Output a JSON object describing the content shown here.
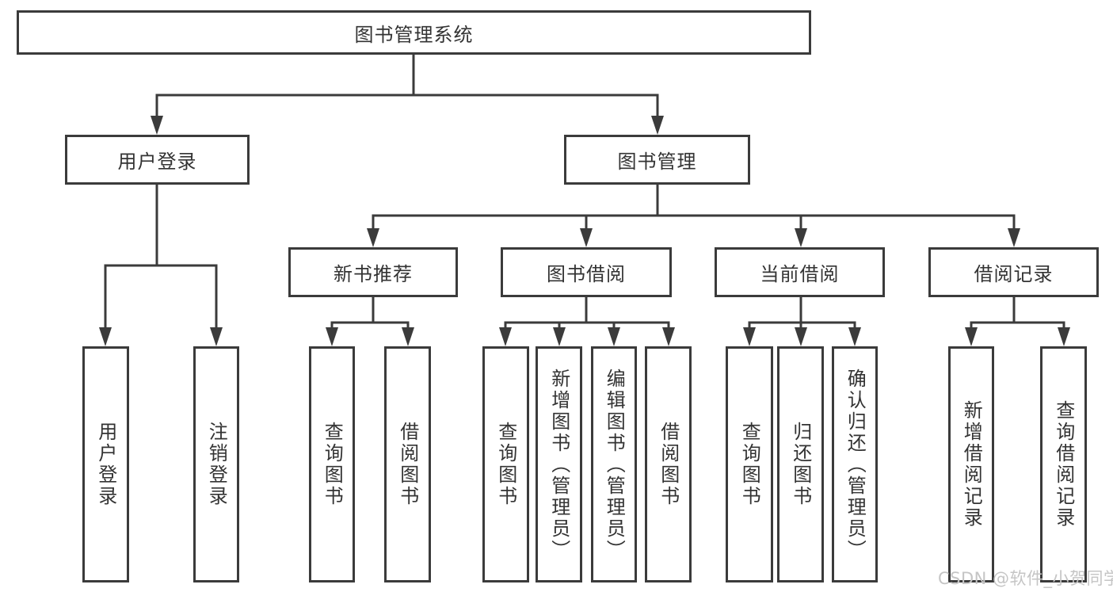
{
  "diagram": {
    "line_color": "#3b3b3b",
    "text_color": "#333333",
    "root": {
      "label": "图书管理系统",
      "children": [
        {
          "label": "用户登录",
          "children": [
            {
              "label": "用户登录"
            },
            {
              "label": "注销登录"
            }
          ]
        },
        {
          "label": "图书管理",
          "children": [
            {
              "label": "新书推荐",
              "children": [
                {
                  "label": "查询图书"
                },
                {
                  "label": "借阅图书"
                }
              ]
            },
            {
              "label": "图书借阅",
              "children": [
                {
                  "label": "查询图书"
                },
                {
                  "label": "新增图书（管理员）"
                },
                {
                  "label": "编辑图书（管理员）"
                },
                {
                  "label": "借阅图书"
                }
              ]
            },
            {
              "label": "当前借阅",
              "children": [
                {
                  "label": "查询图书"
                },
                {
                  "label": "归还图书"
                },
                {
                  "label": "确认归还（管理员）"
                }
              ]
            },
            {
              "label": "借阅记录",
              "children": [
                {
                  "label": "新增借阅记录"
                },
                {
                  "label": "查询借阅记录"
                }
              ]
            }
          ]
        }
      ]
    }
  },
  "watermark": {
    "text": "CSDN @软件_小贺同学",
    "color": "#c5c5c5"
  }
}
